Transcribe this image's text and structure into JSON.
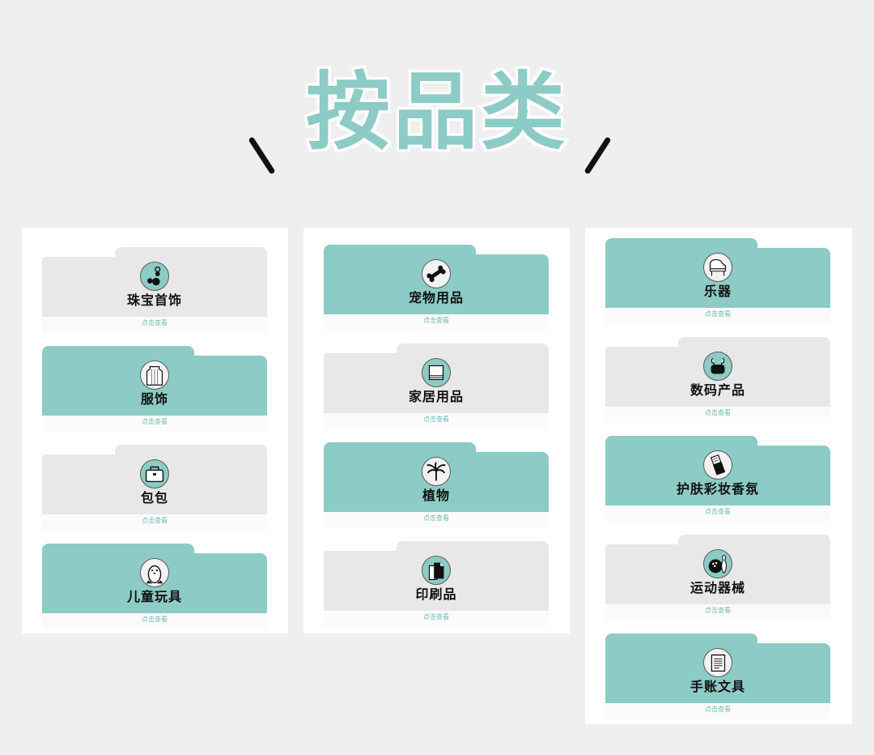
{
  "title": "按品类",
  "link_text": "点击查看",
  "colors": {
    "accent": "#8ccbc6",
    "gray": "#e8e8e8",
    "background": "#efefef",
    "link": "#6fbcb5"
  },
  "columns": [
    {
      "items": [
        {
          "label": "珠宝首饰",
          "icon": "earring-icon",
          "style": "gray"
        },
        {
          "label": "服饰",
          "icon": "sweater-icon",
          "style": "teal"
        },
        {
          "label": "包包",
          "icon": "handbag-icon",
          "style": "gray"
        },
        {
          "label": "儿童玩具",
          "icon": "penguin-toy-icon",
          "style": "teal"
        }
      ]
    },
    {
      "items": [
        {
          "label": "宠物用品",
          "icon": "bone-icon",
          "style": "teal"
        },
        {
          "label": "家居用品",
          "icon": "towel-icon",
          "style": "gray"
        },
        {
          "label": "植物",
          "icon": "palm-plant-icon",
          "style": "teal"
        },
        {
          "label": "印刷品",
          "icon": "paper-icon",
          "style": "gray"
        }
      ]
    },
    {
      "items": [
        {
          "label": "乐器",
          "icon": "piano-icon",
          "style": "teal"
        },
        {
          "label": "数码产品",
          "icon": "earbuds-icon",
          "style": "gray"
        },
        {
          "label": "护肤彩妆香氛",
          "icon": "cosmetics-icon",
          "style": "teal"
        },
        {
          "label": "运动器械",
          "icon": "bowling-icon",
          "style": "gray"
        },
        {
          "label": "手账文具",
          "icon": "notebook-icon",
          "style": "teal"
        }
      ]
    }
  ]
}
